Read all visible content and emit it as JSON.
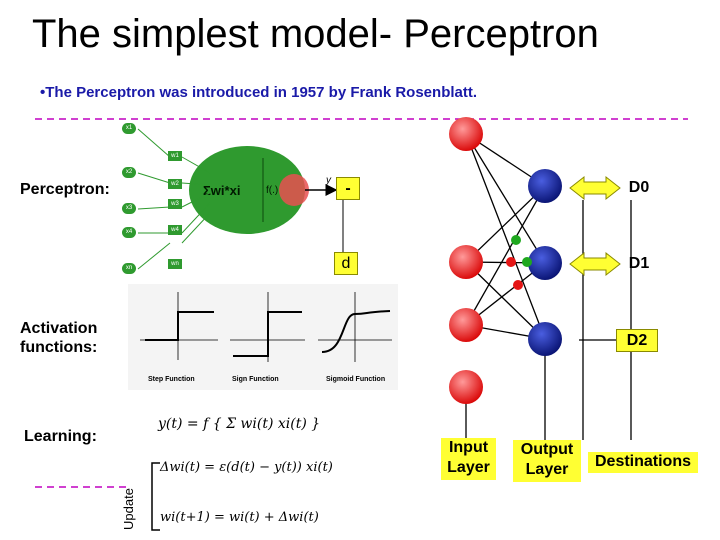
{
  "slide": {
    "title": "The simplest model- Perceptron",
    "bullet": "•The Perceptron was introduced in 1957 by  Frank Rosenblatt."
  },
  "labels": {
    "perceptron": "Perceptron:",
    "activation": "Activation functions:",
    "learning": "Learning:",
    "update": "Update",
    "minus_sign": "-",
    "d_symbol": "d"
  },
  "neuron_figure": {
    "inputs": [
      "x1",
      "x2",
      "x3",
      "x4",
      "xn"
    ],
    "weights": [
      "w1",
      "w2",
      "w3",
      "w4",
      "wn"
    ],
    "sum": "Σwi*xi",
    "func": "f(.)",
    "output": "y"
  },
  "activation_plots": {
    "captions": [
      "Step Function",
      "Sign Function",
      "Sigmoid Function"
    ]
  },
  "network": {
    "outputs": [
      "D0",
      "D1",
      "D2"
    ],
    "input_layer": "Input Layer",
    "output_layer": "Output Layer",
    "destinations": "Destinations",
    "colors": {
      "input_node": "#e80f0f",
      "output_node": "#0a1a9a",
      "dot_red": "#e51515",
      "dot_green": "#1fa81f",
      "highlight": "#ffff33"
    }
  },
  "formulas": {
    "f1": "y(t) = f { Σ wi(t) xi(t) }",
    "f2": "Δwi(t) = ε(d(t) − y(t)) xi(t)",
    "f3": "wi(t+1) = wi(t) + Δwi(t)"
  }
}
